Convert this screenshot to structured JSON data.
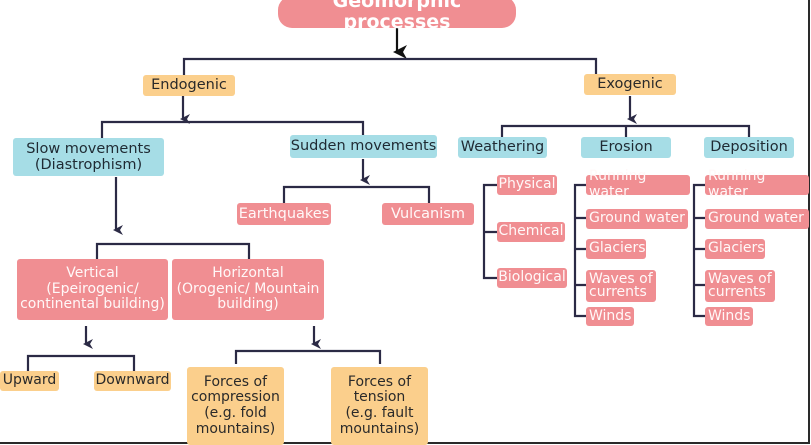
{
  "title": "Geomorphic processes",
  "endogenic": {
    "label": "Endogenic",
    "slow": {
      "label": "Slow movements\n(Diastrophism)",
      "vertical": "Vertical\n(Epeirogenic/\ncontinental building)",
      "horizontal": "Horizontal\n(Orogenic/ Mountain\nbuilding)",
      "upward": "Upward",
      "downward": "Downward",
      "compression": "Forces of\ncompression\n(e.g. fold\nmountains)",
      "tension": "Forces of\ntension\n(e.g. fault\nmountains)"
    },
    "sudden": {
      "label": "Sudden movements",
      "earthquakes": "Earthquakes",
      "vulcanism": "Vulcanism"
    }
  },
  "exogenic": {
    "label": "Exogenic",
    "weathering": {
      "label": "Weathering",
      "items": [
        "Physical",
        "Chemical",
        "Biological"
      ]
    },
    "erosion": {
      "label": "Erosion",
      "items": [
        "Running water",
        "Ground water",
        "Glaciers",
        "Waves of\ncurrents",
        "Winds"
      ]
    },
    "deposition": {
      "label": "Deposition",
      "items": [
        "Running water",
        "Ground water",
        "Glaciers",
        "Waves of\ncurrents",
        "Winds"
      ]
    }
  },
  "colors": {
    "pink": "#f08e92",
    "orange": "#fbcf8c",
    "cyan": "#a6dde6",
    "line": "#2b2a45"
  }
}
